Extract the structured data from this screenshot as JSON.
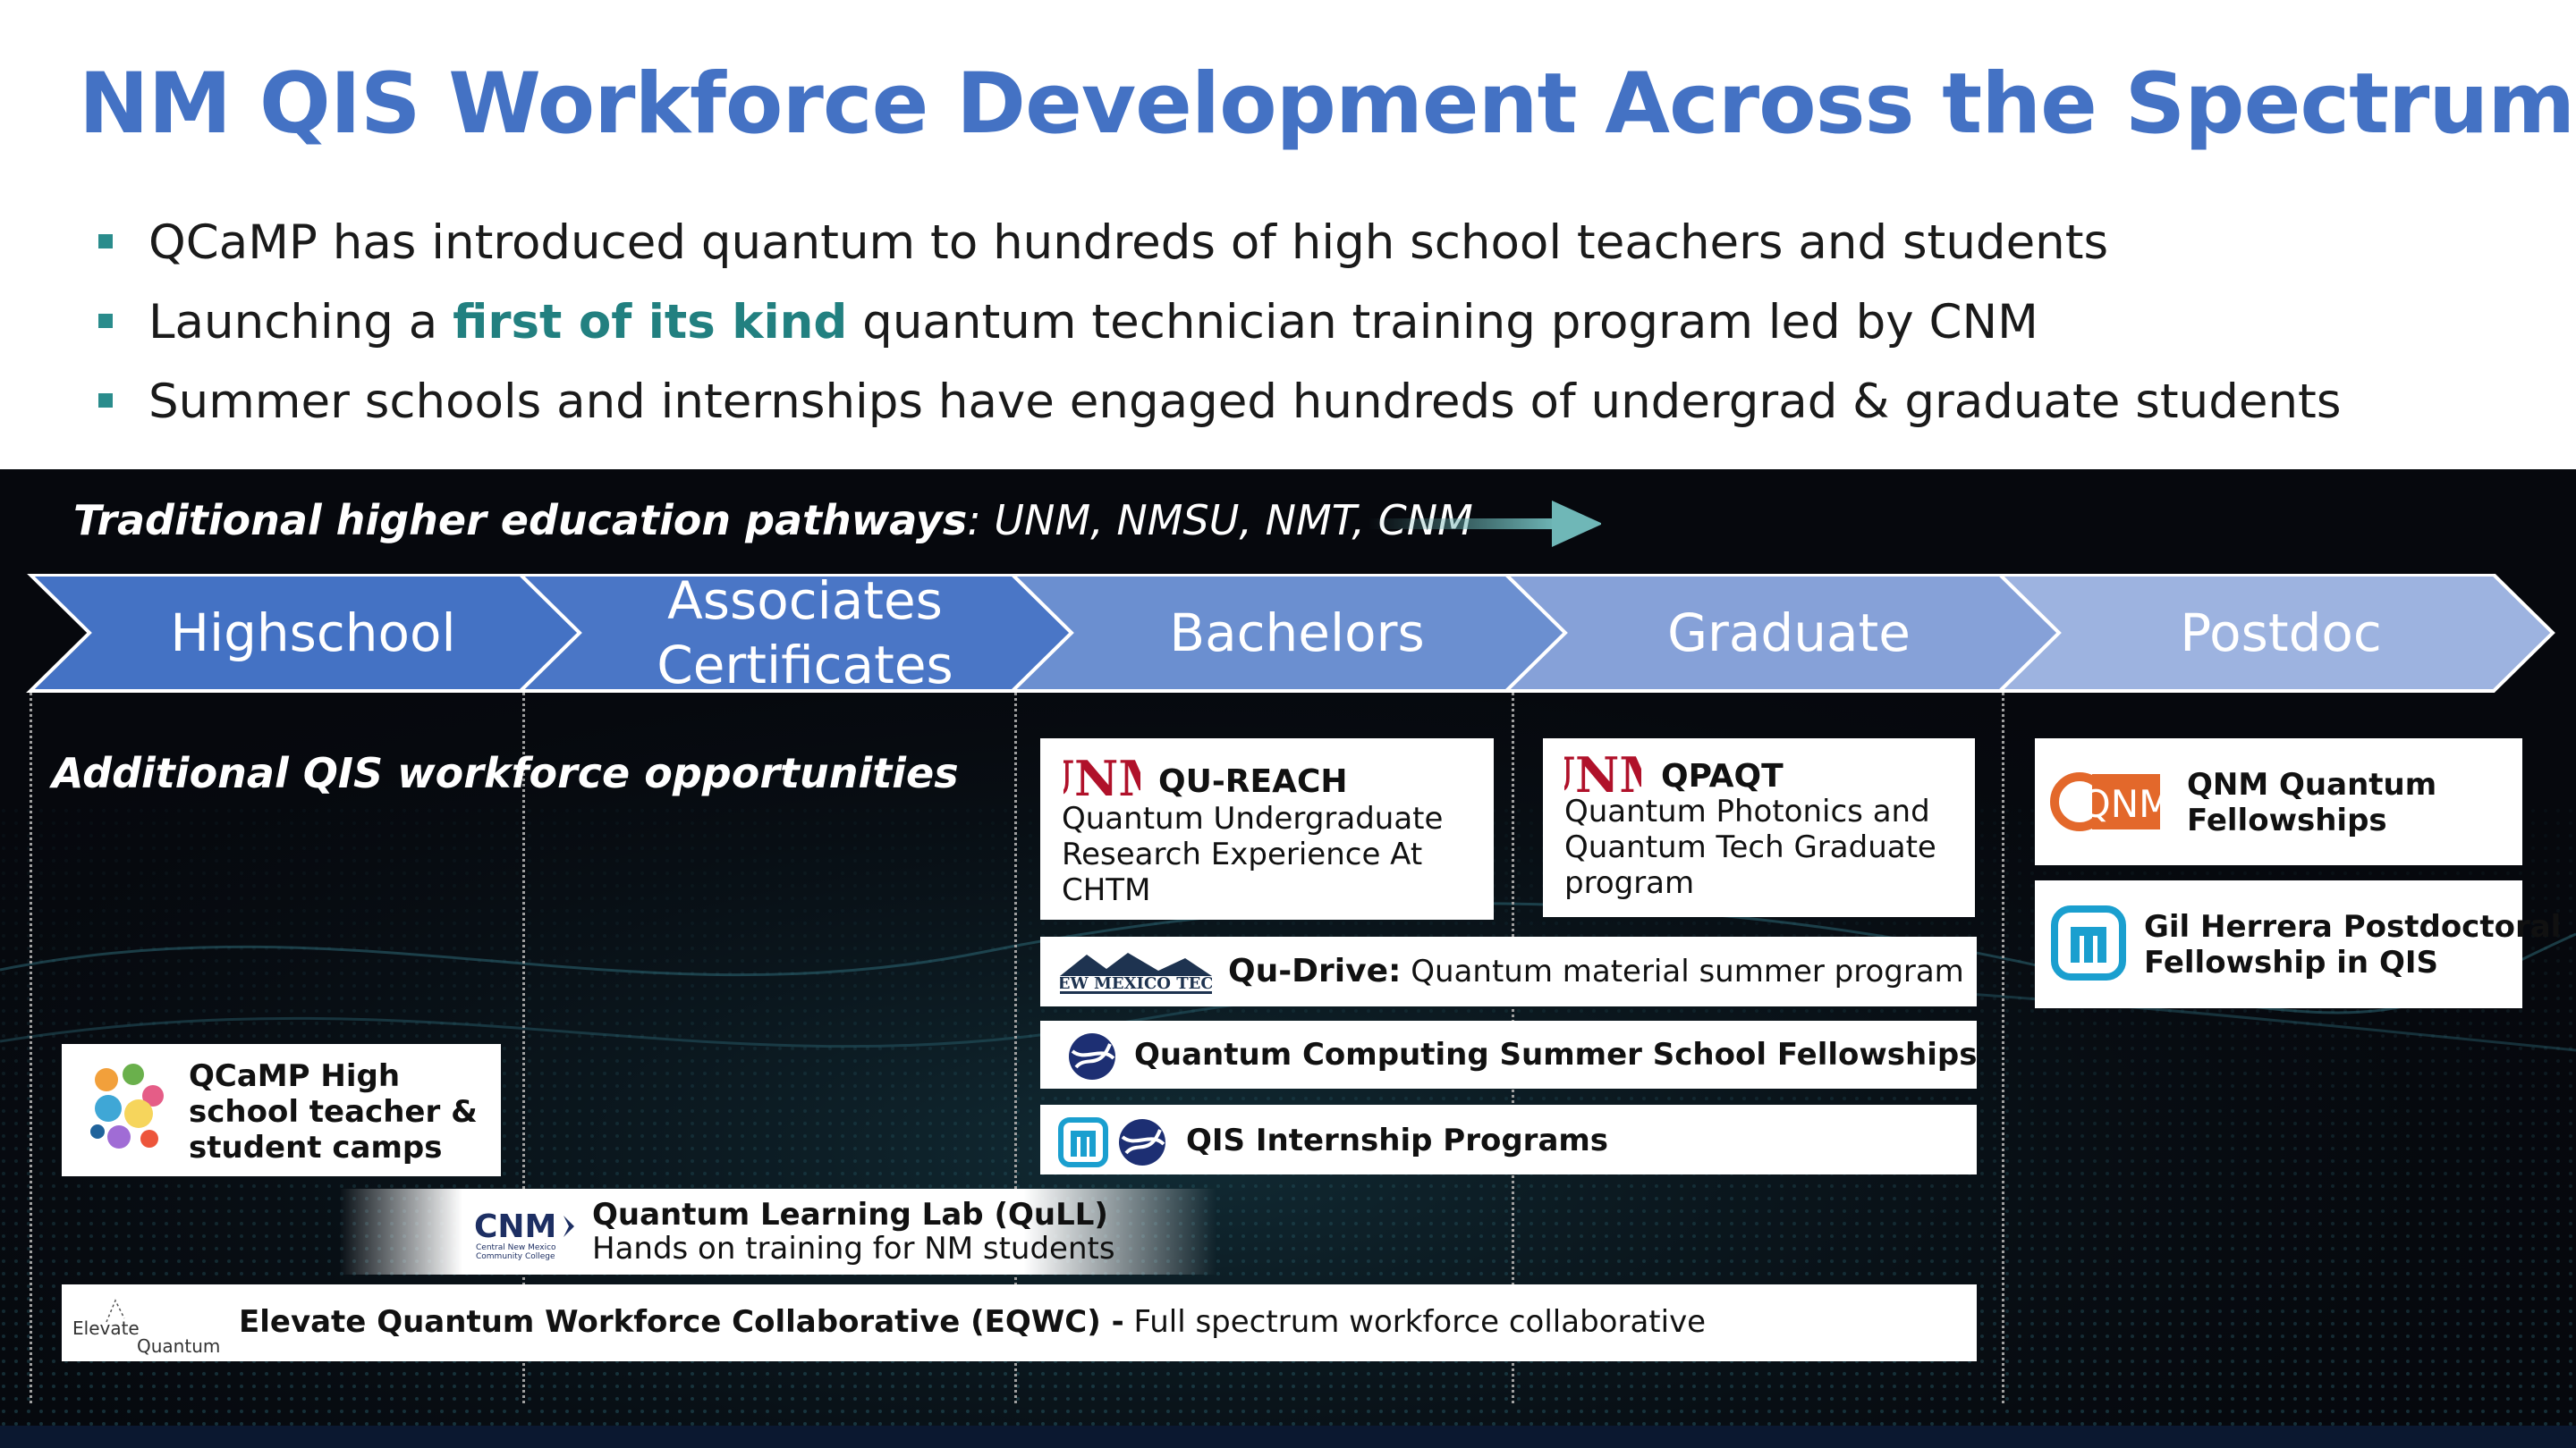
{
  "title": "NM QIS Workforce Development Across the Spectrum",
  "bullets": [
    {
      "pre": "QCaMP has introduced quantum to hundreds of high school teachers and students",
      "highlight": "",
      "post": ""
    },
    {
      "pre": "Launching a ",
      "highlight": "first of its kind",
      "post": " quantum technician training program led by CNM"
    },
    {
      "pre": "Summer schools and internships have engaged hundreds of undergrad & graduate students",
      "highlight": "",
      "post": ""
    }
  ],
  "pathways": {
    "label": "Traditional higher education pathways",
    "rest": ": UNM, NMSU, NMT, CNM"
  },
  "stages": [
    "Highschool",
    "Associates Certificates",
    "Bachelors",
    "Graduate",
    "Postdoc"
  ],
  "stage_colors": [
    "#4472c4",
    "#4a76c6",
    "#6b8fd0",
    "#86a1d8",
    "#9db3e0"
  ],
  "additional_label": "Additional QIS workforce opportunities",
  "programs": {
    "qureach": {
      "title": "QU-REACH",
      "line1": "Quantum Undergraduate",
      "line2": "Research Experience At",
      "line3": "CHTM",
      "logo": "UNM"
    },
    "qpaqt": {
      "title": "QPAQT",
      "line1": "Quantum Photonics and",
      "line2": "Quantum Tech Graduate",
      "line3": "program",
      "logo": "UNM"
    },
    "qnm": {
      "line1": "QNM Quantum",
      "line2": "Fellowships",
      "logo": "QNM"
    },
    "herrera": {
      "line1": "Gil Herrera Postdoctoral",
      "line2": "Fellowship in QIS"
    },
    "qudrive": {
      "title": "Qu-Drive:",
      "desc": " Quantum material summer program",
      "logo": "NEW MEXICO TECH"
    },
    "qcss": {
      "title": "Quantum Computing Summer School Fellowships"
    },
    "internship": {
      "title": "QIS Internship Programs"
    },
    "qcamp": {
      "line1": "QCaMP High",
      "line2": "school teacher &",
      "line3": "student camps"
    },
    "qull": {
      "line1": "Quantum Learning Lab (QuLL)",
      "line2": "Hands on training for NM students",
      "logo": "CNM",
      "logo_sub1": "Central New Mexico",
      "logo_sub2": "Community College"
    },
    "eqwc": {
      "title": "Elevate Quantum Workforce Collaborative (EQWC) -",
      "desc": " Full spectrum workforce collaborative",
      "logo1": "Elevate",
      "logo2": "Quantum"
    }
  }
}
